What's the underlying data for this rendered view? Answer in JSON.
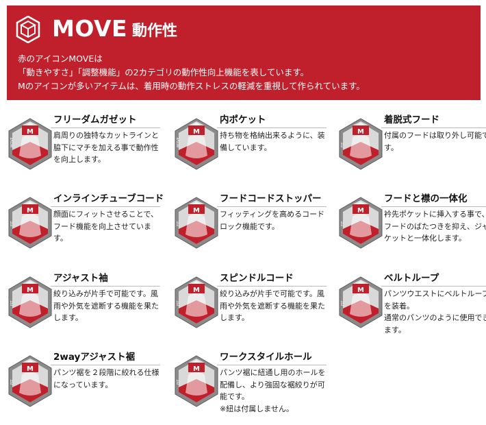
{
  "header": {
    "title": "MOVE",
    "subtitle": "動作性",
    "description": [
      "赤のアイコンMOVEは",
      "「動きやすさ」「調整機能」の2カテゴリの動作性向上機能を表しています。",
      "Mのアイコンが多いアイテムは、着用時の動作ストレスの軽減を重視して作られています。"
    ]
  },
  "colors": {
    "accent": "#c0202c",
    "icon_gray": "#8a8a8a"
  },
  "features": [
    {
      "name": "フリーダムガゼット",
      "description": "肩周りの独特なカットラインと脇下にマチを加える事で動作性を向上します。",
      "badge": "M",
      "side_label": "MOVE"
    },
    {
      "name": "内ポケット",
      "description": "持ち物を格納出来るように、装備しています。",
      "badge": "M",
      "side_label": "MOVE"
    },
    {
      "name": "着脱式フード",
      "description": "付属のフードは取り外し可能です。",
      "badge": "M",
      "side_label": "FIT"
    },
    {
      "name": "インラインチューブコード",
      "description": "顔面にフィットさせることで、フード機能を向上させています。",
      "badge": "M",
      "side_label": "FIT"
    },
    {
      "name": "フードコードストッパー",
      "description": "フィッティングを高めるコードロック機能です。",
      "badge": "M",
      "side_label": "FIT"
    },
    {
      "name": "フードと襟の一体化",
      "description": "衿先ポケットに挿入する事で、フードのばたつきを抑え、ジャケットと一体化します。",
      "badge": "M",
      "side_label": "FIT"
    },
    {
      "name": "アジャスト袖",
      "description": "絞り込みが片手で可能です。風雨や外気を遮断する機能を果たします。",
      "badge": "M",
      "side_label": "FIT"
    },
    {
      "name": "スピンドルコード",
      "description": "絞り込みが片手で可能です。風雨や外気を遮断する機能を果たします。",
      "badge": "M",
      "side_label": "FIT"
    },
    {
      "name": "ベルトループ",
      "description": "パンツウエストにベルトループを装着。\n通常のパンツのように使用できます。",
      "badge": "M",
      "side_label": "FIT"
    },
    {
      "name": "2wayアジャスト裾",
      "description": "パンツ裾を２段階に絞れる仕様になっています。",
      "badge": "M",
      "side_label": "FIT"
    },
    {
      "name": "ワークスタイルホール",
      "description": "パンツ裾に紐通し用のホールを配備し、より強固な裾絞りが可能です。\n※紐は付属しません。",
      "badge": "M",
      "side_label": "FIT"
    }
  ]
}
